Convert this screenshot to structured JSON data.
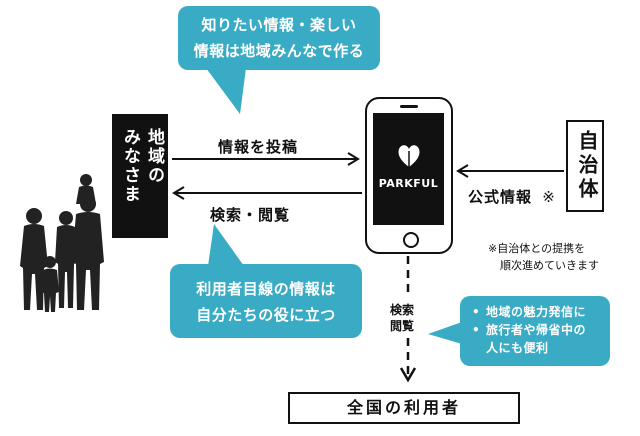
{
  "bubbles": {
    "top": {
      "line1": "知りたい情報・楽しい",
      "line2": "情報は地域みんなで作る"
    },
    "bottom": {
      "line1": "利用者目線の情報は",
      "line2": "自分たちの役に立つ"
    },
    "right": {
      "bullet": "•",
      "items": [
        "地域の魅力発信に",
        "旅行者や帰省中の",
        "人にも便利"
      ]
    }
  },
  "left_box": {
    "col1": "地域の",
    "col2": "みなさま"
  },
  "right_box": {
    "label": "自治体"
  },
  "arrows": {
    "post": "情報を投稿",
    "search": "検索・閲覧",
    "official": "公式情報",
    "official_mark": "※",
    "vertical_col1": "検索",
    "vertical_col2": "閲覧"
  },
  "phone": {
    "app_name": "PARKFUL"
  },
  "note": {
    "line1": "※自治体との提携を",
    "line2": "順次進めていきます"
  },
  "bottom_box": {
    "label": "全国の利用者"
  },
  "colors": {
    "accent": "#3aabc4",
    "dark": "#111111",
    "bubble_text": "#ffffff"
  }
}
